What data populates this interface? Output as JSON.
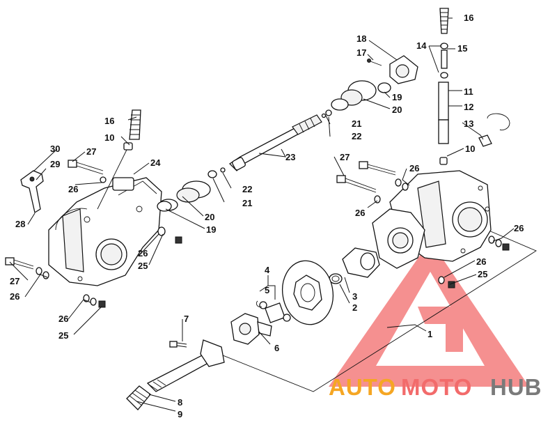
{
  "callouts": [
    {
      "id": "c1",
      "label": "1"
    },
    {
      "id": "c2",
      "label": "2"
    },
    {
      "id": "c3",
      "label": "3"
    },
    {
      "id": "c4",
      "label": "4"
    },
    {
      "id": "c5",
      "label": "5"
    },
    {
      "id": "c6",
      "label": "6"
    },
    {
      "id": "c7",
      "label": "7"
    },
    {
      "id": "c8",
      "label": "8"
    },
    {
      "id": "c9",
      "label": "9"
    },
    {
      "id": "c10a",
      "label": "10"
    },
    {
      "id": "c10b",
      "label": "10"
    },
    {
      "id": "c11",
      "label": "11"
    },
    {
      "id": "c12",
      "label": "12"
    },
    {
      "id": "c13",
      "label": "13"
    },
    {
      "id": "c14",
      "label": "14"
    },
    {
      "id": "c15",
      "label": "15"
    },
    {
      "id": "c16a",
      "label": "16"
    },
    {
      "id": "c16b",
      "label": "16"
    },
    {
      "id": "c17",
      "label": "17"
    },
    {
      "id": "c18",
      "label": "18"
    },
    {
      "id": "c19a",
      "label": "19"
    },
    {
      "id": "c19b",
      "label": "19"
    },
    {
      "id": "c20a",
      "label": "20"
    },
    {
      "id": "c20b",
      "label": "20"
    },
    {
      "id": "c21a",
      "label": "21"
    },
    {
      "id": "c21b",
      "label": "21"
    },
    {
      "id": "c22a",
      "label": "22"
    },
    {
      "id": "c22b",
      "label": "22"
    },
    {
      "id": "c23",
      "label": "23"
    },
    {
      "id": "c24",
      "label": "24"
    },
    {
      "id": "c25a",
      "label": "25"
    },
    {
      "id": "c25b",
      "label": "25"
    },
    {
      "id": "c25c",
      "label": "25"
    },
    {
      "id": "c26a",
      "label": "26"
    },
    {
      "id": "c26b",
      "label": "26"
    },
    {
      "id": "c26c",
      "label": "26"
    },
    {
      "id": "c26d",
      "label": "26"
    },
    {
      "id": "c26e",
      "label": "26"
    },
    {
      "id": "c26f",
      "label": "26"
    },
    {
      "id": "c26g",
      "label": "26"
    },
    {
      "id": "c26h",
      "label": "26"
    },
    {
      "id": "c27a",
      "label": "27"
    },
    {
      "id": "c27b",
      "label": "27"
    },
    {
      "id": "c27c",
      "label": "27"
    },
    {
      "id": "c28",
      "label": "28"
    },
    {
      "id": "c29",
      "label": "29"
    },
    {
      "id": "c30",
      "label": "30"
    }
  ],
  "watermark": {
    "part1": "AUTO",
    "part2": "MOTO",
    "part3": "HUB",
    "color1": "#f5a623",
    "color2": "#f26b6b",
    "color3": "#7a7a7a",
    "triangle_color": "#f26b6b"
  }
}
